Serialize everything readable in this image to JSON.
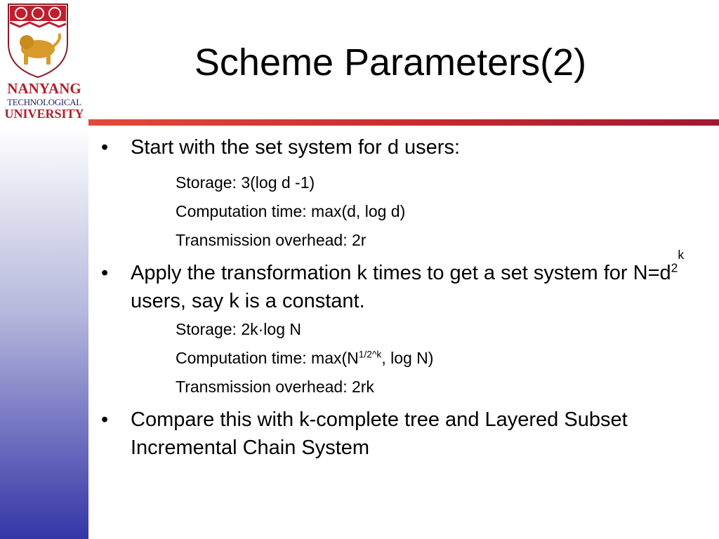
{
  "title": "Scheme Parameters(2)",
  "logo": {
    "line1": "NANYANG",
    "line2": "TECHNOLOGICAL",
    "line3": "UNIVERSITY"
  },
  "bullets": [
    {
      "text": "Start with the set system for d users:"
    },
    {
      "text_pre": "Apply the transformation k times to get a set system for N=d",
      "sup1": "2",
      "sup2": "k",
      "text_post": " users, say k is a constant."
    },
    {
      "text": "Compare this with k-complete tree and Layered Subset Incremental Chain System"
    }
  ],
  "group1": [
    "Storage: 3(log d -1)",
    "Computation time: max(d, log d)",
    "Transmission overhead: 2r"
  ],
  "group2": {
    "storage": "Storage: 2k·log N",
    "comp_pre": "Computation time: max(N",
    "comp_sup": "1/2^k",
    "comp_post": ", log N)",
    "trans": "Transmission overhead: 2rk"
  },
  "bullet_symbol": "•",
  "colors": {
    "accent": "#c62a30",
    "sidebar_bottom": "#3535a8"
  }
}
